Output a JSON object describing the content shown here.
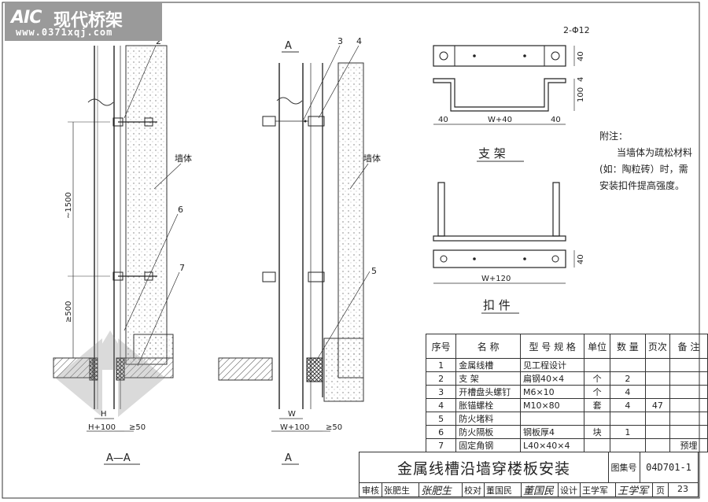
{
  "logo": {
    "mark": "AIC",
    "title": "现代桥架",
    "url": "www.0371xqj.com"
  },
  "labels": {
    "section_aa": "A—A",
    "view_a_top": "A",
    "view_a_bottom": "A",
    "wall_left": "墙体",
    "wall_right": "墙体",
    "dim_1500": "~1500",
    "dim_500": "≥500",
    "dim_h": "H",
    "dim_h100": "H+100",
    "dim_50_left": "≥50",
    "dim_w": "W",
    "dim_w100": "W+100",
    "dim_50_right": "≥50"
  },
  "callouts": {
    "c2": "2",
    "c3": "3",
    "c4": "4",
    "c5": "5",
    "c6": "6",
    "c7": "7"
  },
  "bracket": {
    "holes": "2-Φ12",
    "dim_40_right": "40",
    "dim_100": "100",
    "dim_4": "4",
    "dim_40_left": "40",
    "dim_w40": "W+40",
    "dim_40_bottom": "40",
    "caption": "支  架"
  },
  "clip": {
    "dim_40": "40",
    "dim_w120": "W+120",
    "caption": "扣  件"
  },
  "note": {
    "heading": "附注：",
    "line1": "当墙体为疏松材料",
    "line2": "(如：陶粒砖）时，需",
    "line3": "安装扣件提高强度。"
  },
  "parts_table": {
    "headers": [
      "序号",
      "名  称",
      "型 号 规 格",
      "单位",
      "数  量",
      "页次",
      "备  注"
    ],
    "rows": [
      [
        "1",
        "金属线槽",
        "见工程设计",
        "",
        "",
        "",
        ""
      ],
      [
        "2",
        "支  架",
        "扁钢40×4",
        "个",
        "2",
        "",
        ""
      ],
      [
        "3",
        "开槽盘头螺钉",
        "M6×10",
        "个",
        "4",
        "",
        ""
      ],
      [
        "4",
        "胀锚螺栓",
        "M10×80",
        "套",
        "4",
        "47",
        ""
      ],
      [
        "5",
        "防火堵料",
        "",
        "",
        "",
        "",
        ""
      ],
      [
        "6",
        "防火隔板",
        "钢板厚4",
        "块",
        "1",
        "",
        ""
      ],
      [
        "7",
        "固定角钢",
        "L40×40×4",
        "",
        "",
        "",
        "预埋"
      ]
    ]
  },
  "title_block": {
    "title": "金属线槽沿墙穿楼板安装",
    "atlas_label": "图集号",
    "atlas_no": "04D701-1",
    "review_label": "审核",
    "reviewer": "张肥生",
    "reviewer_sig": "张肥生",
    "check_label": "校对",
    "checker": "董国民",
    "checker_sig": "董国民",
    "design_label": "设计",
    "designer": "王学军",
    "designer_sig": "王学军",
    "page_label": "页",
    "page_no": "23"
  }
}
